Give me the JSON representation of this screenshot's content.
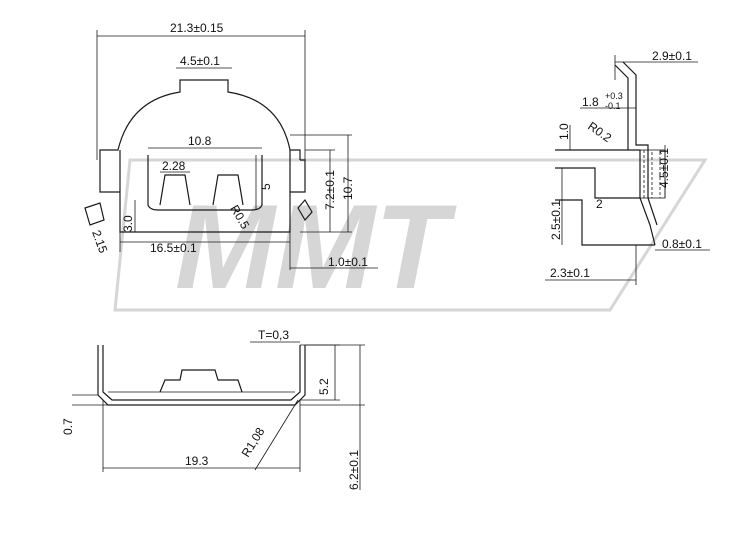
{
  "watermark": {
    "text": "MMT",
    "color": "#d6d6d6"
  },
  "colors": {
    "line": "#1a1a1a",
    "background": "#ffffff"
  },
  "top_view": {
    "overall_width": "21.3±0.15",
    "top_tab_width": "4.5±0.1",
    "opening_width": "10.8",
    "contact_width": "2.28",
    "opening_height": "5",
    "radius_contact": "R0.5",
    "left_height": "3.0",
    "inner_width": "16.5±0.1",
    "leg_angle": "2.15",
    "side_height_inner": "7.2±0.1",
    "side_height_outer": "10.7",
    "side_offset": "1.0±0.1"
  },
  "side_view": {
    "top_flange": "2.9±0.1",
    "offset_base": "1.8",
    "offset_sup": "+0.3",
    "offset_sub": "-0.1",
    "small_height": "1.0",
    "radius": "R0.2",
    "contact_height": "4.5±0.1",
    "lower_height": "2.5±0.1",
    "small_step": "2",
    "foot_thickness": "0.8±0.1",
    "foot_length": "2.3±0.1"
  },
  "front_view": {
    "thickness": "T=0,3",
    "wall_height": "5.2",
    "base_offset": "0.7",
    "bend_radius": "R1,08",
    "width": "19.3",
    "total_height": "6.2±0.1"
  }
}
